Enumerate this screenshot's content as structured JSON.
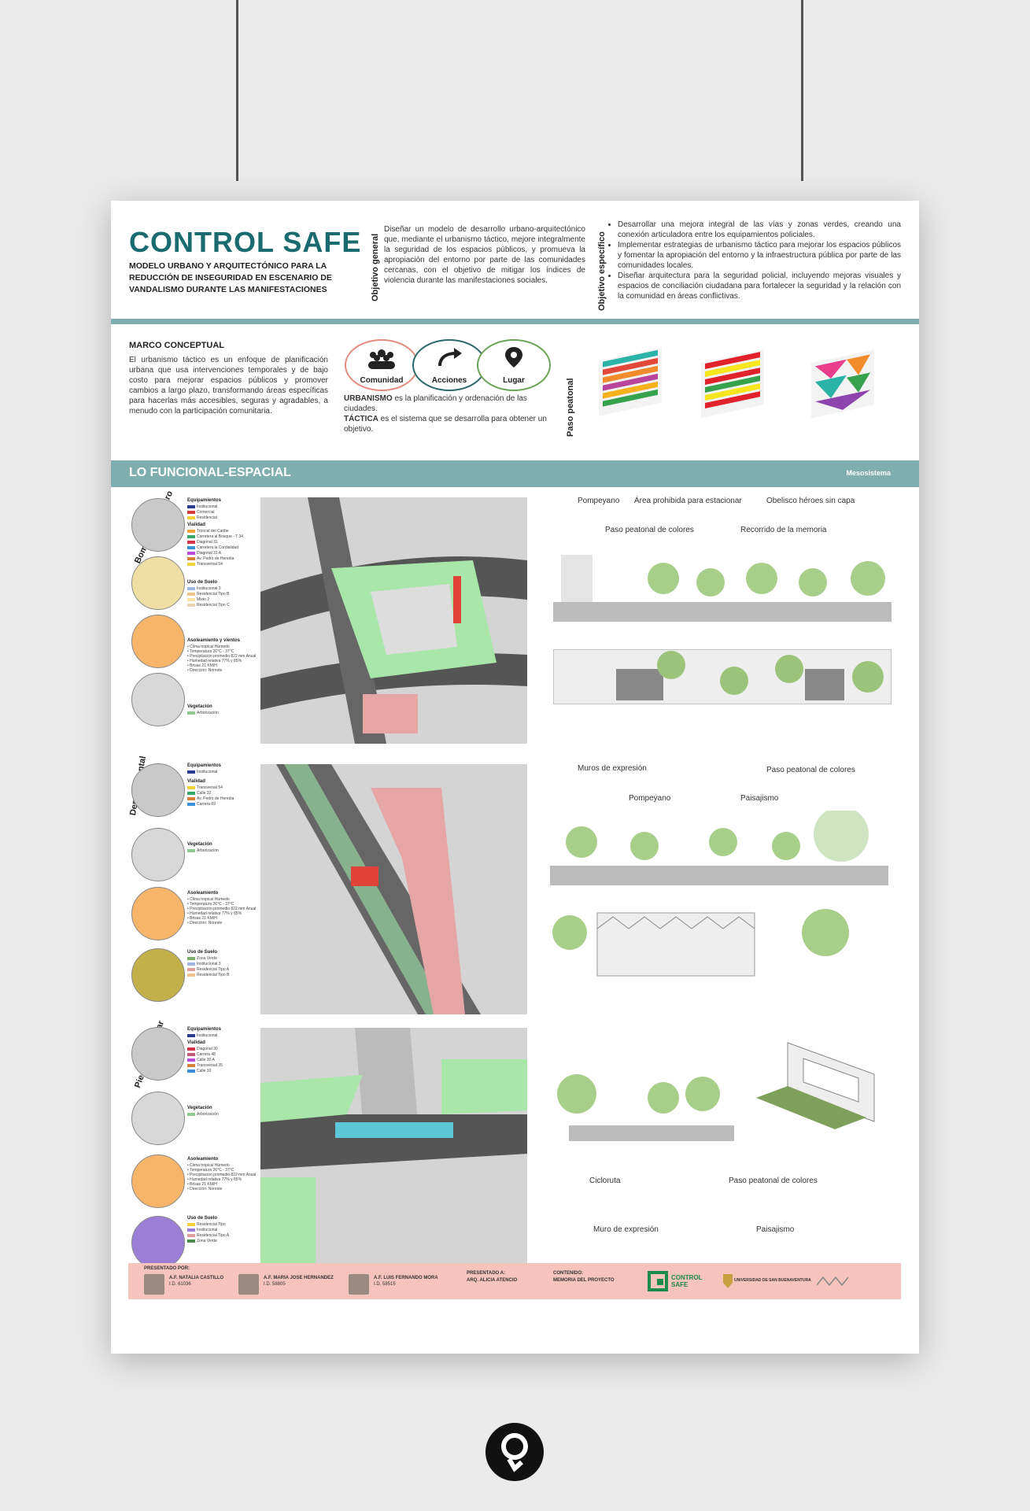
{
  "header": {
    "title": "CONTROL SAFE",
    "subtitle": "MODELO URBANO Y ARQUITECTÓNICO PARA LA REDUCCIÓN DE INSEGURIDAD EN ESCENARIO DE VANDALISMO DURANTE LAS MANIFESTACIONES",
    "objetivo_general_label": "Objetivo general",
    "objetivo_general_text": "Diseñar un modelo de desarrollo urbano-arquitectónico que, mediante el urbanismo táctico, mejore integralmente la seguridad de los espacios públicos, y promueva la apropiación del entorno por parte de las comunidades cercanas, con el objetivo de mitigar los índices de violencia durante las manifestaciones sociales.",
    "objetivo_especifico_label": "Objetivo específico",
    "objetivo_especifico_items": [
      "Desarrollar una mejora integral de las vías y zonas verdes, creando una conexión articuladora entre los equipamientos policiales.",
      "Implementar estrategias de urbanismo táctico para mejorar los espacios públicos y fomentar la apropiación del entorno y la infraestructura pública por parte de las comunidades locales.",
      "Diseñar arquitectura para la seguridad policial, incluyendo mejoras visuales y espacios de conciliación ciudadana para fortalecer la seguridad y la relación con la comunidad en áreas conflictivas."
    ]
  },
  "marco": {
    "title": "MARCO CONCEPTUAL",
    "text": "El urbanismo táctico es un enfoque de planificación urbana que usa intervenciones temporales y de bajo costo para mejorar espacios públicos y promover cambios a largo plazo, transformando áreas específicas para hacerlas más accesibles, seguras y agradables, a menudo con la participación comunitaria.",
    "circles": [
      "Comunidad",
      "Acciones",
      "Lugar"
    ],
    "urbanismo_word": "URBANISMO",
    "urbanismo_def": " es la planificación y ordenación de las ciudades.",
    "tactica_word": "TÁCTICA",
    "tactica_def": " es el sistema que se desarrolla para obtener un objetivo.",
    "paso_label": "Paso peatonal"
  },
  "section": {
    "title": "LO FUNCIONAL-ESPACIAL",
    "tag": "Mesosistema"
  },
  "rows": [
    {
      "site_label": "Bomba del Amparo",
      "callouts_top": [
        "Pompeyano",
        "Área prohibida para estacionar",
        "Obelisco héroes sin capa"
      ],
      "callouts_mid": [
        "Paso peatonal de colores",
        "Recorrido de la memoria"
      ],
      "legends": [
        {
          "title": "Equipamientos",
          "items": [
            "Institucional",
            "Comercial",
            "Residencial"
          ]
        },
        {
          "title": "Vialidad",
          "items": [
            "Troncal del Caribe",
            "Carretera al Bosque - T 34",
            "Diagonal 31",
            "Carretera la Cordialidad",
            "Diagonal 31 A",
            "Av. Pedro de Heredia",
            "Transversal 54"
          ]
        },
        {
          "title": "Uso de Suelo",
          "items": [
            "Institucional 3",
            "Residencial Tipo B",
            "Mixto 2",
            "Residencial Tipo C"
          ]
        },
        {
          "title": "Asoleamiento y vientos",
          "items": [
            "Clima tropical Húmedo",
            "Temperatura 26°C - 37°C",
            "Precipitación promedio 822 mm Anual",
            "Humedad relativa 77% y 85%",
            "Brisas 21 KM/H",
            "Dirección: Noreste"
          ]
        },
        {
          "title": "Vegetación",
          "items": [
            "Arborización"
          ]
        }
      ]
    },
    {
      "site_label": "Departamental",
      "callouts_top": [
        "Muros de expresión",
        "Paso peatonal de colores"
      ],
      "callouts_mid": [
        "Pompeyano",
        "Paisajismo"
      ],
      "legends": [
        {
          "title": "Equipamientos",
          "items": [
            "Institucional"
          ]
        },
        {
          "title": "Vialidad",
          "items": [
            "Transversal 54",
            "Calle 32",
            "Av. Pedro de Heredia",
            "Carrera 69"
          ]
        },
        {
          "title": "Vegetación",
          "items": [
            "Arborización"
          ]
        },
        {
          "title": "Asoleamiento",
          "items": [
            "Clima tropical Húmedo",
            "Temperatura 26°C - 37°C",
            "Precipitación promedio 822 mm Anual",
            "Humedad relativa 77% y 85%",
            "Brisas 21 KM/H",
            "Dirección: Noreste"
          ]
        },
        {
          "title": "Uso de Suelo",
          "items": [
            "Zona Verde",
            "Institucional 3",
            "Residencial Tipo A",
            "Residencial Tipo B"
          ]
        }
      ]
    },
    {
      "site_label": "Piedra de Bolívar",
      "callouts_top": [
        "Cicloruta",
        "Paso peatonal de colores"
      ],
      "callouts_mid": [
        "Muro de expresión",
        "Paisajismo"
      ],
      "legends": [
        {
          "title": "Equipamientos",
          "items": [
            "Institucional"
          ]
        },
        {
          "title": "Vialidad",
          "items": [
            "Diagonal 30",
            "Carrera 48",
            "Calle 30 A",
            "Transversal 35",
            "Calle 30"
          ]
        },
        {
          "title": "Vegetación",
          "items": [
            "Arborización"
          ]
        },
        {
          "title": "Asoleamiento",
          "items": [
            "Clima tropical Húmedo",
            "Temperatura 26°C - 37°C",
            "Precipitación promedio 822 mm Anual",
            "Humedad relativa 77% y 85%",
            "Brisas 21 KM/H",
            "Dirección: Noreste"
          ]
        },
        {
          "title": "Uso de Suelo",
          "items": [
            "Residencial Tipo",
            "Institucional",
            "Residencial Tipo A",
            "Zona Verde"
          ]
        }
      ]
    }
  ],
  "footer": {
    "presented_by": "PRESENTADO POR:",
    "authors": [
      {
        "name": "A.F. NATALIA CASTILLO",
        "id": "I.D. 61036"
      },
      {
        "name": "A.F. MARIA JOSE HERNANDEZ",
        "id": "I.D. 58805"
      },
      {
        "name": "A.F. LUIS FERNANDO MORA",
        "id": "I.D. 58515"
      }
    ],
    "presented_to_label": "PRESENTADO A:",
    "presented_to": "ARQ. ALICIA ATENCIO",
    "content_label": "CONTENIDO:",
    "content": "MEMORIA DEL PROYECTO",
    "logo_text": "CONTROL SAFE",
    "university": "UNIVERSIDAD DE SAN BUENAVENTURA"
  },
  "colors": {
    "teal": "#1a6b70",
    "band": "#7faeb1",
    "footer": "#f6c3bd",
    "green": "#9fe3a6",
    "red_path": "#e59a9a"
  }
}
